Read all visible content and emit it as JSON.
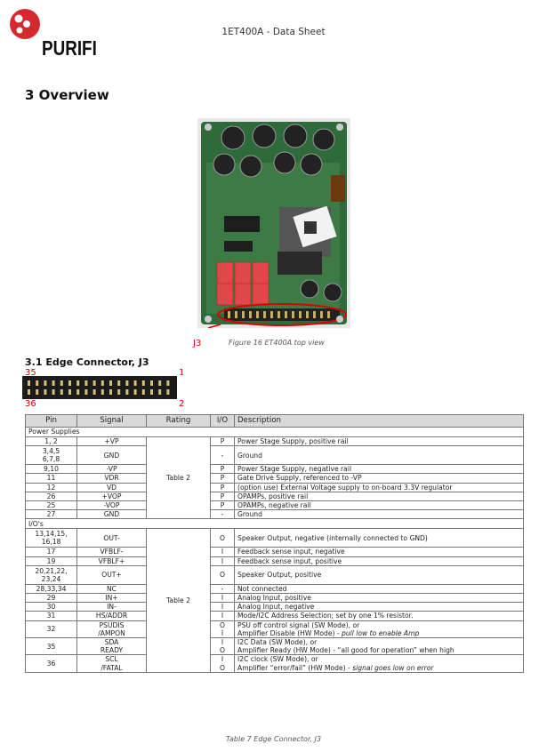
{
  "header": {
    "logo_text": "PURIFI",
    "doc_title": "1ET400A - Data Sheet"
  },
  "section": {
    "title": "3  Overview"
  },
  "figure": {
    "marker_label": "J3",
    "caption": "Figure 16 ET400A top view"
  },
  "subsection": {
    "title": "3.1  Edge Connector, J3"
  },
  "connector": {
    "pin_tl": "35",
    "pin_bl": "36",
    "pin_tr": "1",
    "pin_br": "2"
  },
  "table": {
    "headers": [
      "Pin",
      "Signal",
      "Rating",
      "I/O",
      "Description"
    ],
    "groups": {
      "power": "Power Supplies",
      "io": "I/O's"
    },
    "rating_ref": "Table 2",
    "power_rows": [
      [
        "1, 2",
        "+VP",
        "P",
        "Power Stage Supply, positive rail"
      ],
      [
        "3,4,5\n6,7,8",
        "GND",
        "-",
        "Ground"
      ],
      [
        "9,10",
        "-VP",
        "P",
        "Power Stage Supply, negative rail"
      ],
      [
        "11",
        "VDR",
        "P",
        "Gate Drive Supply, referenced to -VP"
      ],
      [
        "12",
        "VD",
        "P",
        "(option use) External Voltage supply to on-board 3.3V regulator"
      ],
      [
        "26",
        "+VOP",
        "P",
        "OPAMPs, positive rail"
      ],
      [
        "25",
        "-VOP",
        "P",
        "OPAMPs, negative rail"
      ],
      [
        "27",
        "GND",
        "-",
        "Ground"
      ]
    ],
    "io_rows": [
      [
        "13,14,15,\n16,18",
        "OUT-",
        "O",
        "Speaker Output, negative (internally connected to GND)"
      ],
      [
        "17",
        "VFBLF-",
        "I",
        "Feedback sense input, negative"
      ],
      [
        "19",
        "VFBLF+",
        "I",
        "Feedback sense input, positive"
      ],
      [
        "20,21,22,\n23,24",
        "OUT+",
        "O",
        "Speaker Output, positive"
      ],
      [
        "28,33,34",
        "NC",
        "-",
        "Not connected"
      ],
      [
        "29",
        "IN+",
        "I",
        "Analog Input, positive"
      ],
      [
        "30",
        "IN-",
        "I",
        "Analog Input, negative"
      ],
      [
        "31",
        "HS/ADDR",
        "I",
        "Mode/I2C Address Selection; set by one 1% resistor."
      ]
    ],
    "multi_rows": [
      {
        "pin": "32",
        "sig1": "PSUDIS",
        "sig2": "/AMPON",
        "io1": "O",
        "io2": "I",
        "d1": "PSU off control signal (SW Mode), or",
        "d2": "Amplifier Disable (HW Mode) - ",
        "d2i": "pull low to enable Amp"
      },
      {
        "pin": "35",
        "sig1": "SDA",
        "sig2": "READY",
        "io1": "I",
        "io2": "O",
        "d1": "I2C Data (SW Mode), or",
        "d2": "Amplifier Ready (HW Mode) - “all good for operation” when high",
        "d2i": ""
      },
      {
        "pin": "36",
        "sig1": "SCL",
        "sig2": "/FATAL",
        "io1": "I",
        "io2": "O",
        "d1": "I2C clock (SW Mode), or",
        "d2": "Amplifier “error/fail” (HW Mode) - ",
        "d2i": "signal goes low on error"
      }
    ]
  },
  "table_caption": "Table 7 Edge Connector, J3"
}
